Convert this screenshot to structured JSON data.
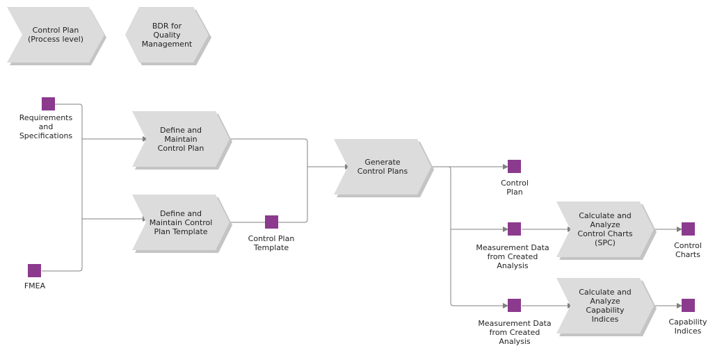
{
  "colors": {
    "process_fill": "#dcdcdc",
    "process_shadow": "#c4c4c4",
    "object_fill": "#8b3a8e",
    "connector": "#808080"
  },
  "headers": {
    "process_level": "Control Plan\n(Process level)",
    "bdr": "BDR for\nQuality\nManagement"
  },
  "functions": {
    "define_control_plan": "Define and\nMaintain\nControl Plan",
    "define_template": "Define and\nMaintain Control\nPlan Template",
    "generate": "Generate\nControl Plans",
    "control_charts": "Calculate and\nAnalyze\nControl Charts\n(SPC)",
    "capability": "Calculate and\nAnalyze\nCapability\nIndices"
  },
  "objects": {
    "requirements": "Requirements\nand\nSpecifications",
    "fmea": "FMEA",
    "template": "Control Plan\nTemplate",
    "control_plan": "Control\nPlan",
    "measurement_1": "Measurement Data\nfrom Created\nAnalysis",
    "measurement_2": "Measurement Data\nfrom Created\nAnalysis",
    "control_charts": "Control\nCharts",
    "capability_indices": "Capability\nIndices"
  }
}
